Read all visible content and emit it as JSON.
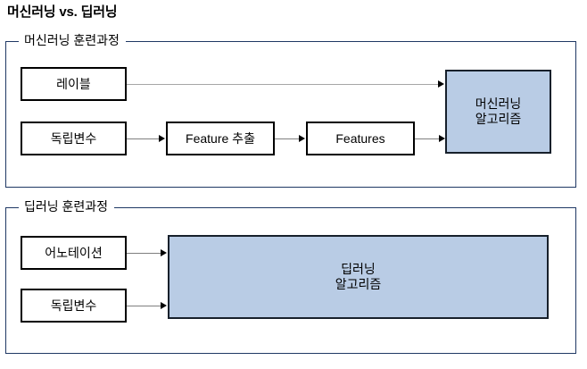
{
  "page": {
    "title": "머신러닝 vs. 딥러닝",
    "background_color": "#FFFFFF"
  },
  "colors": {
    "group_border": "#1F3864",
    "node_border": "#000000",
    "accent_fill": "#B9CCE5",
    "connector_light": "#A6A6A6",
    "connector_dark": "#7F7F7F",
    "text": "#000000"
  },
  "sections": {
    "machine_learning": {
      "label": "머신러닝 훈련과정",
      "nodes": {
        "label_box": "레이블",
        "independent_variable": "독립변수",
        "feature_extraction": "Feature 추출",
        "features": "Features",
        "algorithm": "머신러닝\n알고리즘"
      },
      "connectors": [
        {
          "from": "레이블",
          "to": "머신러닝 알고리즘",
          "style": "light-gray-arrow"
        },
        {
          "from": "독립변수",
          "to": "Feature 추출",
          "style": "gray-arrow"
        },
        {
          "from": "Feature 추출",
          "to": "Features",
          "style": "gray-arrow"
        },
        {
          "from": "Features",
          "to": "머신러닝 알고리즘",
          "style": "gray-arrow"
        }
      ]
    },
    "deep_learning": {
      "label": "딥러닝 훈련과정",
      "nodes": {
        "annotation": "어노테이션",
        "independent_variable": "독립변수",
        "algorithm": "딥러닝\n알고리즘"
      },
      "connectors": [
        {
          "from": "어노테이션",
          "to": "딥러닝 알고리즘",
          "style": "gray-arrow"
        },
        {
          "from": "독립변수",
          "to": "딥러닝 알고리즘",
          "style": "gray-arrow"
        }
      ]
    }
  }
}
